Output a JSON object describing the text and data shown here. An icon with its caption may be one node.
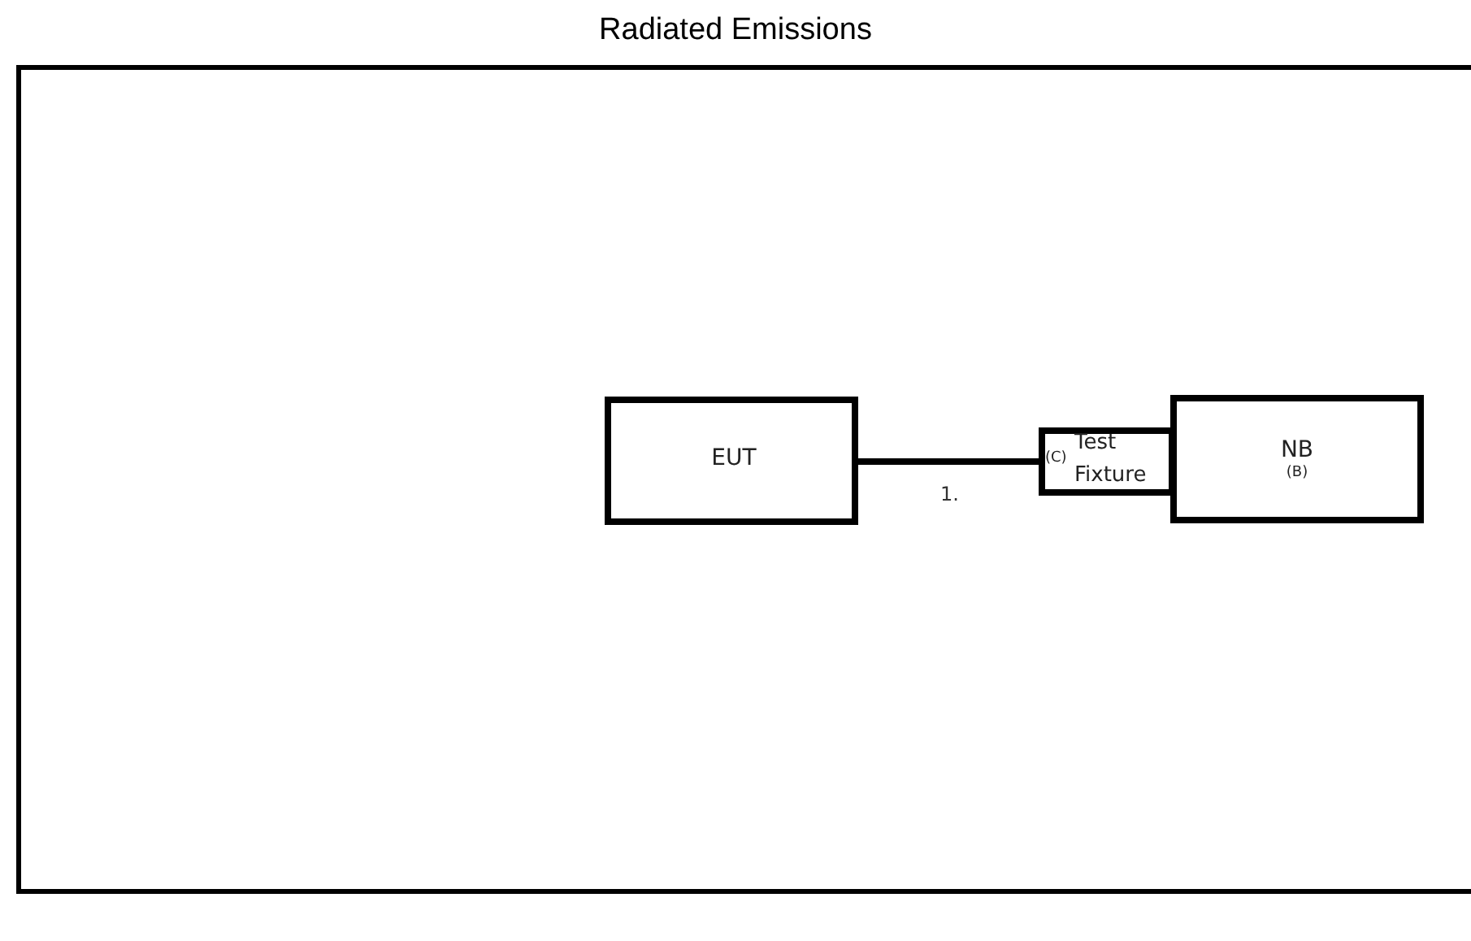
{
  "diagram": {
    "title": "Radiated Emissions",
    "nodes": [
      {
        "text": [],
        "shape": "box"
      },
      {
        "text": [
          "EUT"
        ],
        "in": 0
      },
      {
        "text": [
          "(C)",
          "Test Fixture"
        ],
        "in": 0
      },
      {
        "text": [
          "NB",
          "(B)"
        ],
        "in": 0
      }
    ],
    "edges": [
      {
        "from": 1,
        "to": 2,
        "arrow": "none",
        "label": "1."
      }
    ]
  }
}
